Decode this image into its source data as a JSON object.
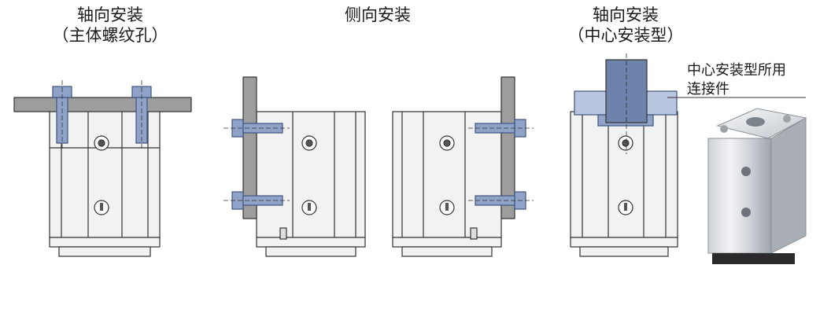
{
  "captions": {
    "axial_line1": "轴向安装",
    "axial_line2": "（主体螺纹孔）",
    "side": "侧向安装",
    "center_line1": "轴向安装",
    "center_line2": "（中心安装型）",
    "connector_line1": "中心安装型所用",
    "connector_line2": "连接件"
  },
  "colors": {
    "bolt": "#8fa3c9",
    "bolt_dark": "#3f557f",
    "plate": "#9d9d9d",
    "body": "#f2f2f2",
    "outline": "#333333"
  }
}
